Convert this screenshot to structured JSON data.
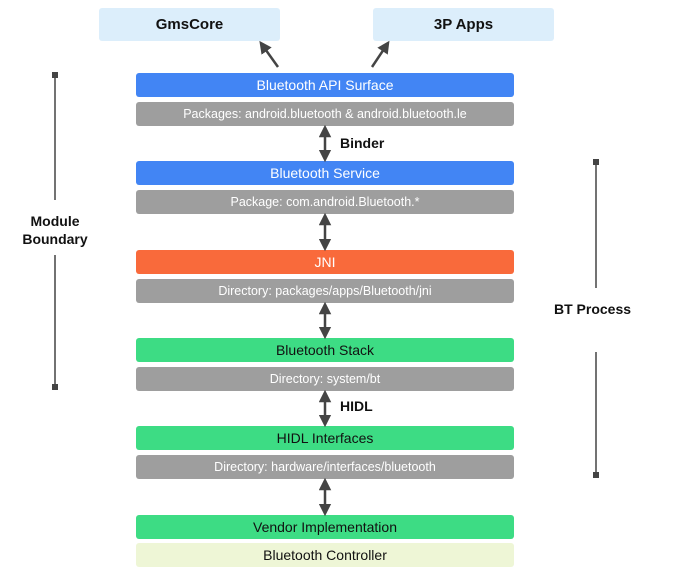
{
  "top_boxes": {
    "left": "GmsCore",
    "right": "3P Apps"
  },
  "layers": [
    {
      "title": "Bluetooth API Surface",
      "detail": "Packages: android.bluetooth & android.bluetooth.le"
    },
    {
      "title": "Bluetooth Service",
      "detail": "Package: com.android.Bluetooth.*"
    },
    {
      "title": "JNI",
      "detail": "Directory: packages/apps/Bluetooth/jni"
    },
    {
      "title": "Bluetooth Stack",
      "detail": "Directory: system/bt"
    },
    {
      "title": "HIDL Interfaces",
      "detail": "Directory: hardware/interfaces/bluetooth"
    },
    {
      "title": "Vendor Implementation"
    },
    {
      "title": "Bluetooth Controller"
    }
  ],
  "connectors": {
    "api_service": "Binder",
    "stack_hidl": "HIDL"
  },
  "side_labels": {
    "left": [
      "Module",
      "Boundary"
    ],
    "right": "BT Process"
  },
  "colors": {
    "top_box": "#dceefb",
    "blue": "#4285f4",
    "gray": "#9e9e9e",
    "orange": "#f96a3b",
    "green": "#3ddc84",
    "cream": "#eef6d6",
    "bracket": "#444444"
  }
}
